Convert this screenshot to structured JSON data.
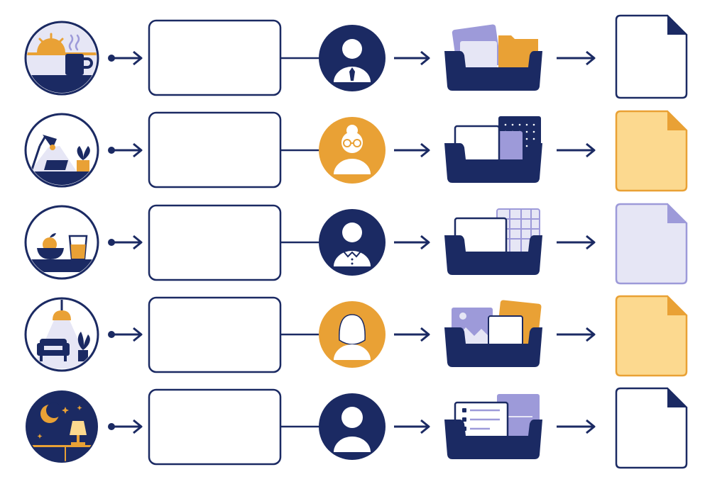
{
  "colors": {
    "navy": "#1b2a63",
    "orange": "#e9a135",
    "light_orange": "#fcd98f",
    "lavender": "#e6e6f5",
    "lavender_mid": "#9d9ad9",
    "white": "#ffffff"
  },
  "rows": [
    {
      "scene_icon": "morning-coffee-sunrise-icon",
      "box_text": "",
      "person_icon": "man-with-tie-icon",
      "person_variant": "navy",
      "tray_icon": "tray-with-folders-icon",
      "document_icon": "blank-document-icon",
      "document_variant": "white"
    },
    {
      "scene_icon": "desk-lamp-laptop-plant-icon",
      "box_text": "",
      "person_icon": "older-woman-with-glasses-icon",
      "person_variant": "orange",
      "tray_icon": "tray-with-papers-and-calendar-icon",
      "document_icon": "orange-document-icon",
      "document_variant": "orange"
    },
    {
      "scene_icon": "fruit-bowl-and-drink-icon",
      "box_text": "",
      "person_icon": "person-with-collar-icon",
      "person_variant": "navy",
      "tray_icon": "tray-with-grid-sheet-icon",
      "document_icon": "lavender-document-icon",
      "document_variant": "lavender"
    },
    {
      "scene_icon": "pendant-lamp-armchair-plant-icon",
      "box_text": "",
      "person_icon": "woman-icon",
      "person_variant": "orange",
      "tray_icon": "tray-with-photos-icon",
      "document_icon": "orange-document-icon",
      "document_variant": "orange"
    },
    {
      "scene_icon": "night-moon-stars-lamp-icon",
      "box_text": "",
      "person_icon": "person-icon",
      "person_variant": "navy",
      "tray_icon": "tray-with-list-card-icon",
      "document_icon": "blank-document-icon",
      "document_variant": "white"
    }
  ]
}
